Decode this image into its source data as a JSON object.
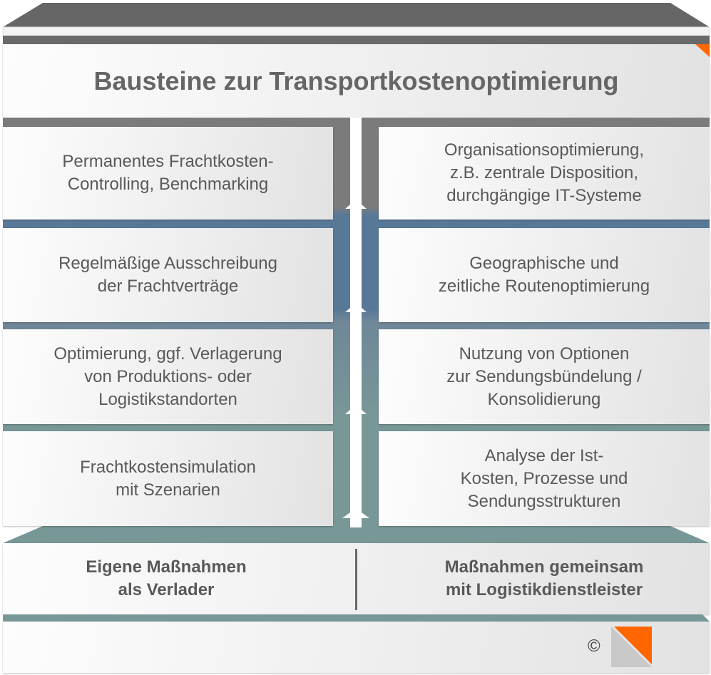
{
  "title": "Bausteine zur Transportkostenoptimierung",
  "left_blocks": [
    "Permanentes Frachtkosten-\nControlling, Benchmarking",
    "Regelmäßige Ausschreibung\nder Frachtverträge",
    "Optimierung, ggf. Verlagerung\nvon Produktions- oder\nLogistikstandorten",
    "Frachtkostensimulation\nmit Szenarien"
  ],
  "right_blocks": [
    "Organisationsoptimierung,\nz.B. zentrale Disposition,\ndurchgängige IT-Systeme",
    "Geographische und\nzeitliche Routenoptimierung",
    "Nutzung von Optionen\nzur Sendungsbündelung /\nKonsolidierung",
    "Analyse der Ist-\nKosten, Prozesse und\nSendungsstrukturen"
  ],
  "foundation": {
    "left": "Eigene Maßnahmen\nals Verlader",
    "right": "Maßnahmen gemeinsam\nmit Logistikdienstleister"
  },
  "footer": {
    "copyright": "©"
  },
  "colors": {
    "row1": "#7b7b7b",
    "row2": "#587898",
    "row3": "#6f8798",
    "row4": "#789797",
    "accent": "#ff6600"
  }
}
